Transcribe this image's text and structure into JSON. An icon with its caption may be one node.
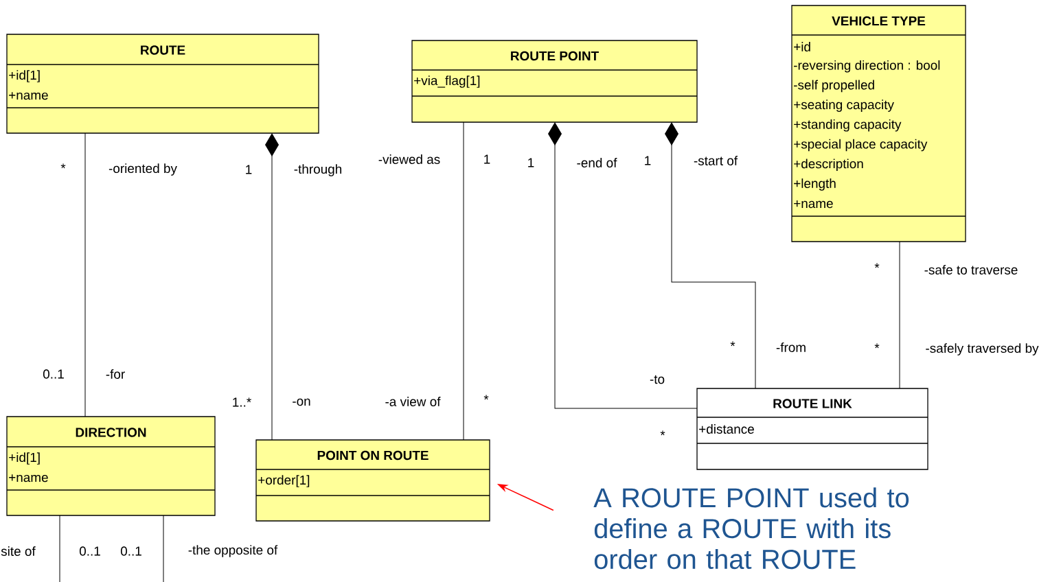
{
  "diagram": {
    "nodes": [
      {
        "text": [
          "ROUTE",
          "+id[1]",
          "+name"
        ]
      },
      {
        "text": [
          "ROUTE POINT",
          "+via_flag[1]"
        ]
      },
      {
        "text": [
          "VEHICLE TYPE",
          "+id",
          "-reversing direction : bool",
          "-self propelled",
          "+seating capacity",
          "+standing capacity",
          "+special place capacity",
          "+description",
          "+length",
          "+name"
        ]
      },
      {
        "text": [
          "DIRECTION",
          "+id[1]",
          "+name"
        ]
      },
      {
        "text": [
          "POINT ON ROUTE",
          "+order[1]"
        ]
      },
      {
        "text": [
          "ROUTE LINK",
          "+distance"
        ]
      },
      {
        "text": [
          "A ROUTE POINT used to define a ROUTE with its order on that ROUTE"
        ]
      }
    ],
    "edges": [
      {
        "from": 0,
        "to": 3,
        "arrow": "none"
      },
      {
        "from": 0,
        "to": 4,
        "arrow": "other"
      },
      {
        "from": 1,
        "to": 4,
        "arrow": "none"
      },
      {
        "from": 1,
        "to": 5,
        "arrow": "other"
      },
      {
        "from": 1,
        "to": 5,
        "arrow": "other"
      },
      {
        "from": 2,
        "to": 5,
        "arrow": "none"
      },
      {
        "from": 3,
        "to": null,
        "arrow": "none"
      },
      {
        "from": 3,
        "to": null,
        "arrow": "none"
      },
      {
        "from": 6,
        "to": 4,
        "arrow": "to",
        "color": "#ff0000"
      }
    ],
    "labels": [
      "*",
      "-oriented by",
      "1",
      "-through",
      "-viewed as",
      "1",
      "1",
      "-end of",
      "1",
      "-start of",
      "*",
      "-safe to traverse",
      "*",
      "-from",
      "*",
      "-safely traversed by",
      "0..1",
      "-for",
      "-to",
      "1..*",
      "-on",
      "-a view of",
      "*",
      "*",
      "site of",
      "0..1",
      "0..1",
      "-the opposite of"
    ]
  }
}
